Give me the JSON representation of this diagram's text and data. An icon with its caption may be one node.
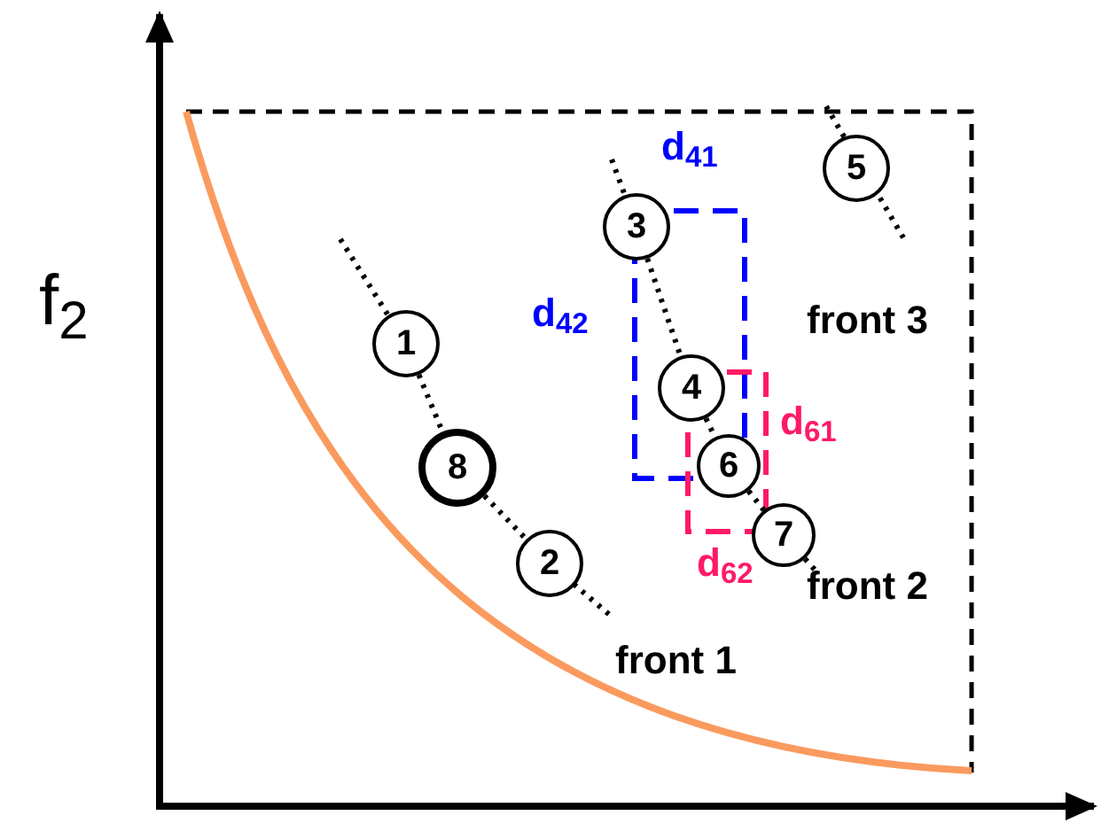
{
  "diagram": {
    "nodes": [
      {
        "text": [
          "1"
        ]
      },
      {
        "text": [
          "8"
        ]
      },
      {
        "text": [
          "2"
        ]
      },
      {
        "text": [
          "3"
        ]
      },
      {
        "text": [
          "4"
        ]
      },
      {
        "text": [
          "6"
        ]
      },
      {
        "text": [
          "7"
        ]
      },
      {
        "text": [
          "5"
        ]
      }
    ],
    "edges": [
      {
        "from": 0,
        "to": 1,
        "arrow": "none",
        "style": "dashed"
      },
      {
        "from": 1,
        "to": 2,
        "arrow": "none",
        "style": "dashed"
      },
      {
        "from": 3,
        "to": 4,
        "arrow": "none",
        "style": "dashed"
      },
      {
        "from": 4,
        "to": 5,
        "arrow": "none",
        "style": "dashed"
      },
      {
        "from": 5,
        "to": 6,
        "arrow": "none",
        "style": "dashed"
      }
    ],
    "labels": [
      "d$_{41}$",
      "d$_{42}$",
      "front 3",
      "f$_{2}$",
      "d$_{61}$",
      "d$_{62}$",
      "front 2",
      "front 1"
    ]
  }
}
